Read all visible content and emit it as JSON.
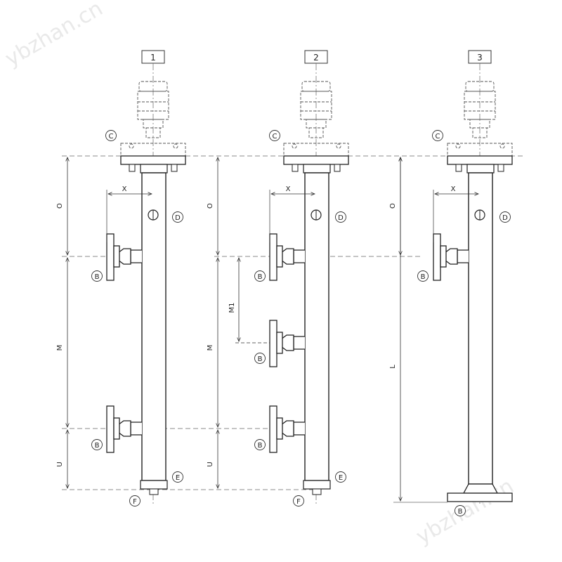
{
  "watermark": "ybzhan.cn",
  "variants": [
    {
      "number": "1",
      "dimensions": {
        "top": "O",
        "middle": "M",
        "bottom": "U",
        "offset": "X"
      },
      "callouts": {
        "head": "C",
        "top_port": "D",
        "nozzle_upper": "B",
        "nozzle_lower": "B",
        "bottom_cap": "E",
        "drain": "F"
      }
    },
    {
      "number": "2",
      "dimensions": {
        "top": "O",
        "middle": "M",
        "middle_partial": "M1",
        "bottom": "U",
        "offset": "X"
      },
      "callouts": {
        "head": "C",
        "top_port": "D",
        "nozzle_upper": "B",
        "nozzle_middle": "B",
        "nozzle_lower": "B",
        "bottom_cap": "E",
        "drain": "F"
      }
    },
    {
      "number": "3",
      "dimensions": {
        "top": "O",
        "length": "L",
        "offset": "X"
      },
      "callouts": {
        "head": "C",
        "top_port": "D",
        "nozzle_upper": "B",
        "bottom_flange": "B"
      }
    }
  ]
}
